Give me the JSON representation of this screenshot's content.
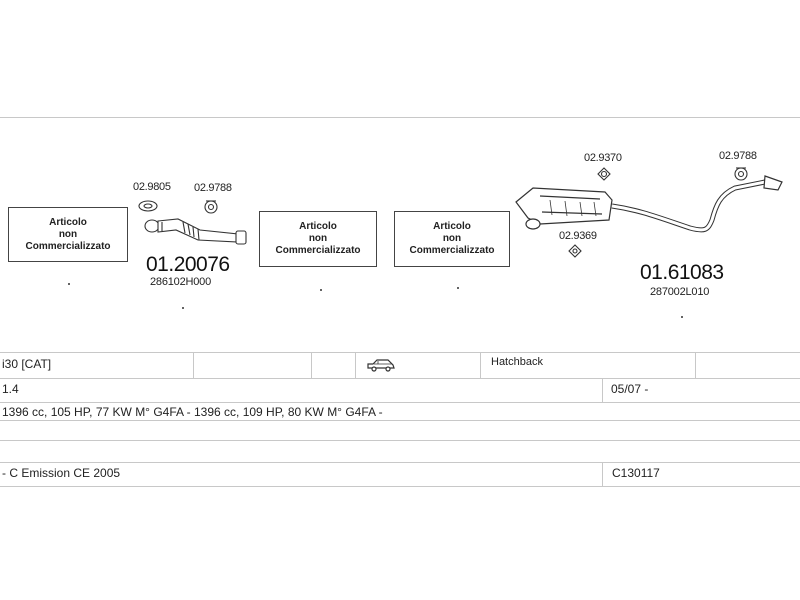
{
  "diagram": {
    "not_marketed": {
      "line1": "Articolo",
      "line2": "non",
      "line3": "Commercializzato"
    },
    "parts": {
      "front_pipe": {
        "code": "01.20076",
        "ref": "286102H000",
        "accessories": [
          "02.9805",
          "02.9788"
        ]
      },
      "rear_section": {
        "code": "01.61083",
        "ref": "287002L010",
        "accessories": [
          "02.9370",
          "02.9788",
          "02.9369"
        ]
      }
    }
  },
  "info_table": {
    "model": "i30  [CAT]",
    "body_type": "Hatchback",
    "engine_size": "1.4",
    "date_from": "05/07 -",
    "engine_desc": "1396 cc, 105 HP, 77 KW M° G4FA - 1396 cc, 109 HP, 80 KW M° G4FA -",
    "emission": "- C Emission CE 2005",
    "catalog_code": "C130117"
  },
  "icons": {
    "body_icon": "hatchback-car-icon"
  }
}
